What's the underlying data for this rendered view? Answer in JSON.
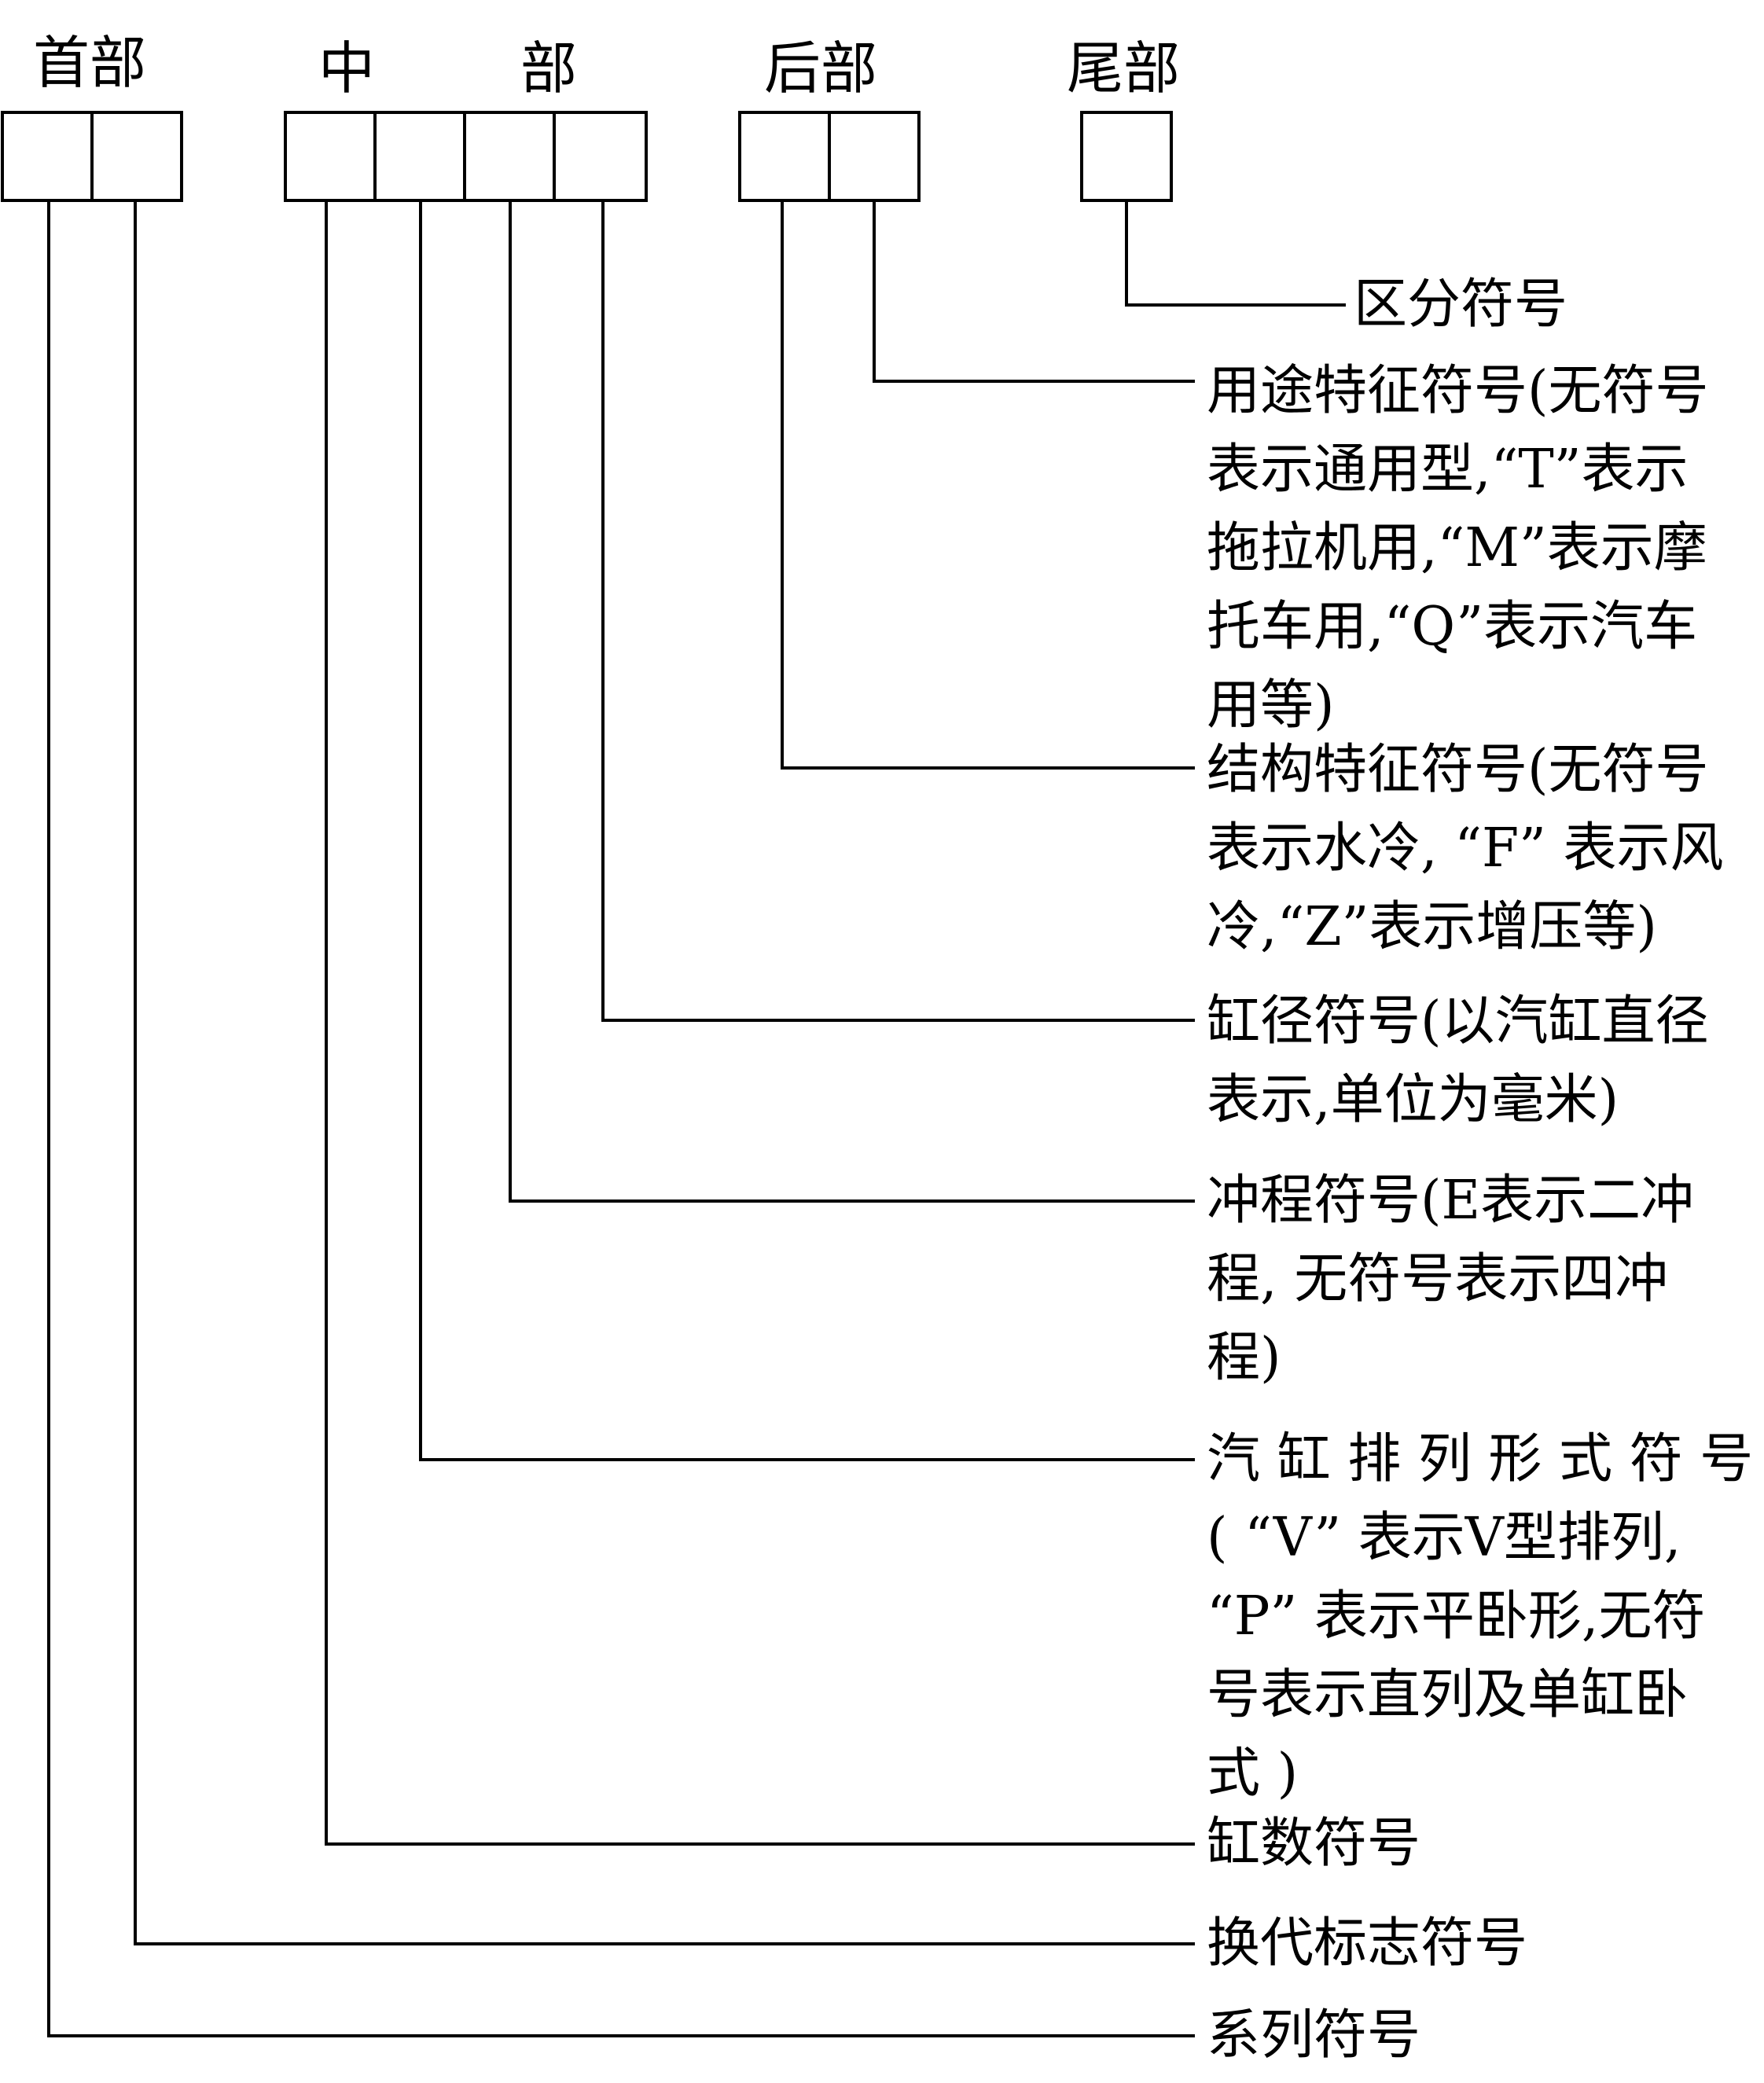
{
  "groups": {
    "head": "首部",
    "middle_1": "中",
    "middle_2": "部",
    "rear": "后部",
    "tail": "尾部"
  },
  "labels": {
    "distinguish": [
      "区分符号"
    ],
    "usage": [
      "用途特征符号(无符号",
      "表示通用型,“T”表示",
      "拖拉机用,“M”表示摩",
      "托车用,“Q”表示汽车",
      "用等)"
    ],
    "structure": [
      "结构特征符号(无符号",
      "表示水冷, “F” 表示风",
      "冷,“Z”表示增压等)"
    ],
    "bore": [
      "缸径符号(以汽缸直径",
      "表示,单位为毫米)"
    ],
    "stroke": [
      "冲程符号(E表示二冲",
      "程, 无符号表示四冲",
      "程)"
    ],
    "arrangement": [
      "汽 缸 排 列 形 式 符 号",
      "( “V” 表示V型排列,",
      "“P” 表示平卧形,无符",
      "号表示直列及单缸卧",
      "式 )"
    ],
    "cylinders": [
      "缸数符号"
    ],
    "replacement": [
      "换代标志符号"
    ],
    "series": [
      "系列符号"
    ]
  }
}
